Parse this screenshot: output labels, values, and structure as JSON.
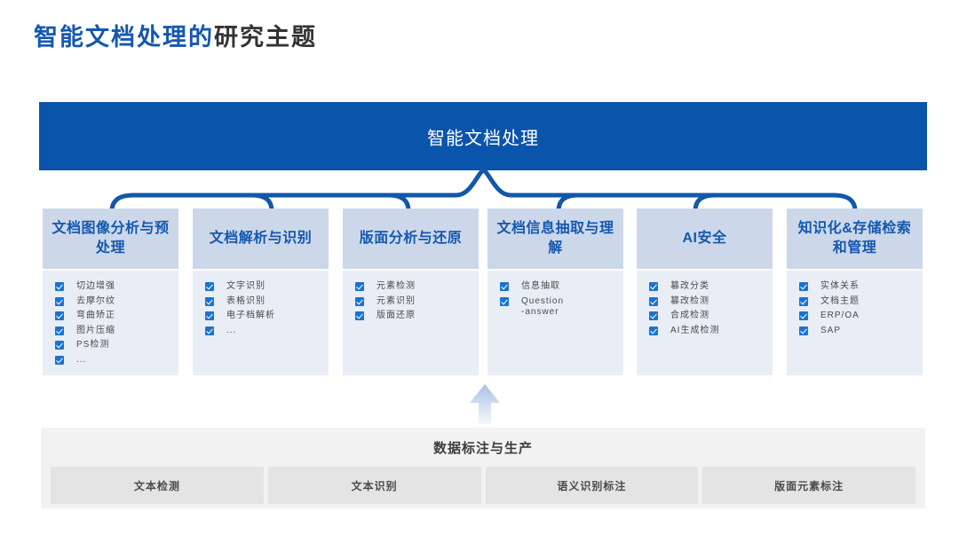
{
  "title": {
    "blue_part": "智能文档处理的",
    "dark_part": "研究主题"
  },
  "root": {
    "label": "智能文档处理"
  },
  "pillars": [
    {
      "header": "文档图像分析与预处理",
      "items": [
        "切边增强",
        "去摩尔纹",
        "弯曲矫正",
        "图片压缩",
        "PS检测",
        "..."
      ]
    },
    {
      "header": "文档解析与识别",
      "items": [
        "文字识别",
        "表格识别",
        "电子档解析",
        "..."
      ]
    },
    {
      "header": "版面分析与还原",
      "items": [
        "元素检测",
        "元素识别",
        "版面还原"
      ]
    },
    {
      "header": "文档信息抽取与理解",
      "items": [
        "信息抽取",
        "Question\n-answer"
      ]
    },
    {
      "header": "AI安全",
      "items": [
        "篡改分类",
        "篡改检测",
        "合成检测",
        "AI生成检测"
      ]
    },
    {
      "header": "知识化&存储检索和管理",
      "items": [
        "实体关系",
        "文档主题",
        "ERP/OA",
        "SAP"
      ]
    }
  ],
  "data_block": {
    "title": "数据标注与生产",
    "cells": [
      "文本检测",
      "文本识别",
      "语义识别标注",
      "版面元素标注"
    ]
  },
  "colors": {
    "brand_blue": "#0b54ab",
    "title_blue": "#1558b0",
    "title_dark": "#333333",
    "header_fill": "#ccd8e9",
    "body_fill": "#e9edf5",
    "checkbox_blue": "#1a73d4",
    "data_block_fill": "#f2f2f2",
    "data_cell_fill": "#e4e4e4"
  }
}
